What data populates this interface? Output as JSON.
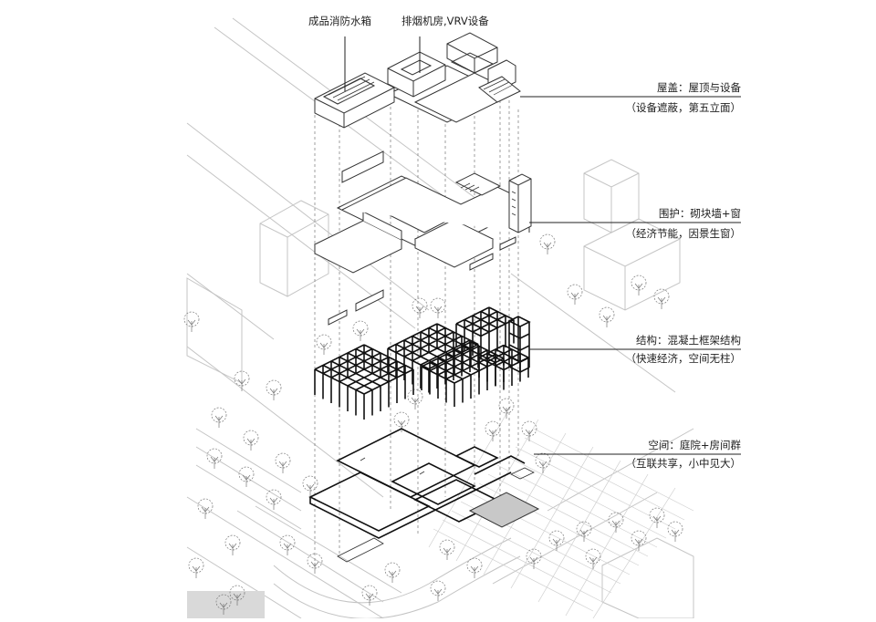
{
  "top_labels": {
    "water_tank": "成品消防水箱",
    "exhaust_room": "排烟机房,VRV设备"
  },
  "annotations": [
    {
      "title": "屋盖：屋顶与设备",
      "subtitle": "（设备遮蔽，第五立面）"
    },
    {
      "title": "围护：砌块墙+窗",
      "subtitle": "（经济节能，因景生窗）"
    },
    {
      "title": "结构：混凝土框架结构",
      "subtitle": "（快速经济，空间无柱）"
    },
    {
      "title": "空间：庭院+房间群",
      "subtitle": "（互联共享，小中见大）"
    }
  ],
  "colors": {
    "line": "#333333",
    "light_line": "#bbbbbb",
    "frame": "#111111",
    "pool": "#c8c8c8"
  },
  "icons": [
    "tree-icon"
  ]
}
